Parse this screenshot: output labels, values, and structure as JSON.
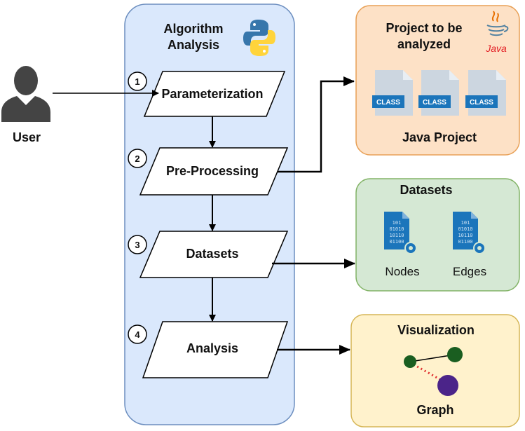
{
  "user": {
    "label": "User"
  },
  "algorithm_panel": {
    "title_line1": "Algorithm",
    "title_line2": "Analysis",
    "steps": [
      {
        "number": "1",
        "label": "Parameterization"
      },
      {
        "number": "2",
        "label": "Pre-Processing"
      },
      {
        "number": "3",
        "label": "Datasets"
      },
      {
        "number": "4",
        "label": "Analysis"
      }
    ]
  },
  "project_panel": {
    "title_line1": "Project to be",
    "title_line2": "analyzed",
    "java_logo_text": "Java",
    "file_badge": "CLASS",
    "caption": "Java Project"
  },
  "datasets_panel": {
    "title": "Datasets",
    "items": [
      {
        "label": "Nodes"
      },
      {
        "label": "Edges"
      }
    ]
  },
  "visualization_panel": {
    "title": "Visualization",
    "caption": "Graph"
  },
  "colors": {
    "algorithm_fill": "#dae8fc",
    "algorithm_stroke": "#6c8ebf",
    "project_fill": "#fde1c6",
    "project_stroke": "#e8a056",
    "datasets_fill": "#d5e8d4",
    "datasets_stroke": "#82b366",
    "visualization_fill": "#fff2cc",
    "visualization_stroke": "#d6b656",
    "file_blue": "#1b75bb",
    "node_green": "#1a5e20",
    "node_purple": "#4b2489",
    "dotted_red": "#e03030"
  }
}
